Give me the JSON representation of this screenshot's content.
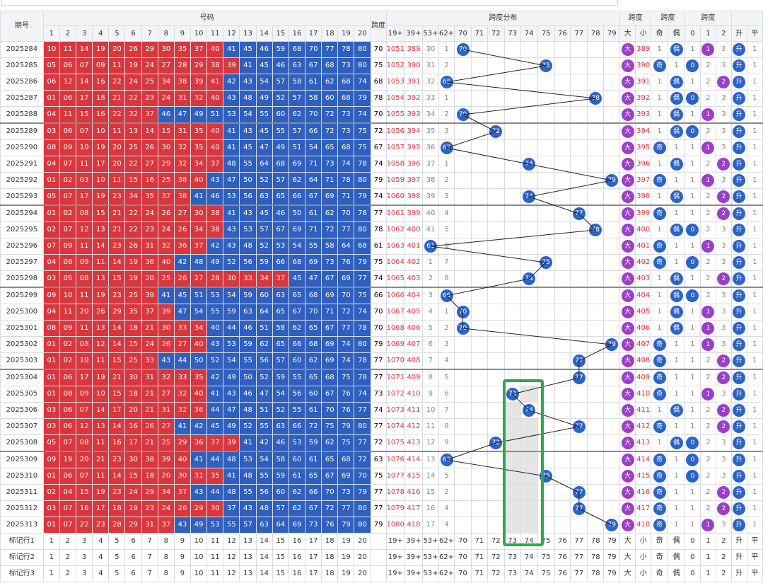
{
  "header": {
    "period_label": "期号",
    "code_label": "号码",
    "span_label": "跨度",
    "dist_label": "跨度分布",
    "group1_label": "跨度",
    "group2_label": "跨度",
    "group3_label": "跨度",
    "nums": [
      "1",
      "2",
      "3",
      "4",
      "5",
      "6",
      "7",
      "8",
      "9",
      "10",
      "11",
      "12",
      "13",
      "14",
      "15",
      "16",
      "17",
      "18",
      "19",
      "20"
    ],
    "dist_cols": [
      "19+",
      "39+",
      "53+",
      "62+",
      "70",
      "71",
      "72",
      "73",
      "74",
      "75",
      "76",
      "77",
      "78",
      "79"
    ],
    "g1": [
      "大",
      "小"
    ],
    "g2": [
      "奇",
      "偶"
    ],
    "g3": [
      "0",
      "1",
      "2"
    ],
    "g4": [
      "升",
      "平"
    ]
  },
  "rows": [
    {
      "p": "2025284",
      "n": [
        "10",
        "11",
        "14",
        "19",
        "20",
        "26",
        "29",
        "30",
        "35",
        "37",
        "40",
        "41",
        "45",
        "46",
        "59",
        "68",
        "70",
        "77",
        "78",
        "80"
      ],
      "split": 11,
      "span": "70",
      "d": [
        "1051",
        "389",
        "30",
        "1"
      ],
      "ball": "70",
      "bi": 4
    },
    {
      "p": "2025285",
      "n": [
        "05",
        "06",
        "07",
        "09",
        "11",
        "19",
        "24",
        "27",
        "28",
        "29",
        "38",
        "39",
        "41",
        "45",
        "46",
        "63",
        "67",
        "68",
        "73",
        "80"
      ],
      "split": 12,
      "span": "75",
      "d": [
        "1052",
        "390",
        "31",
        "2"
      ],
      "ball": "75",
      "bi": 9
    },
    {
      "p": "2025286",
      "n": [
        "06",
        "12",
        "14",
        "16",
        "22",
        "24",
        "25",
        "34",
        "38",
        "39",
        "41",
        "42",
        "43",
        "54",
        "57",
        "58",
        "61",
        "62",
        "68",
        "74"
      ],
      "split": 11,
      "span": "68",
      "d": [
        "1053",
        "391",
        "32",
        "68"
      ],
      "ball": "68",
      "bi": 3
    },
    {
      "p": "2025287",
      "n": [
        "01",
        "06",
        "17",
        "18",
        "21",
        "22",
        "23",
        "24",
        "31",
        "32",
        "40",
        "43",
        "48",
        "49",
        "52",
        "57",
        "58",
        "60",
        "68",
        "79"
      ],
      "split": 11,
      "span": "78",
      "d": [
        "1054",
        "392",
        "33",
        "1"
      ],
      "ball": "78",
      "bi": 12
    },
    {
      "p": "2025288",
      "n": [
        "04",
        "11",
        "15",
        "16",
        "22",
        "32",
        "37",
        "46",
        "47",
        "49",
        "51",
        "53",
        "54",
        "55",
        "60",
        "62",
        "70",
        "72",
        "73",
        "74"
      ],
      "split": 7,
      "span": "70",
      "d": [
        "1055",
        "393",
        "34",
        "2"
      ],
      "ball": "70",
      "bi": 4
    },
    {
      "p": "2025289",
      "n": [
        "03",
        "06",
        "07",
        "10",
        "11",
        "13",
        "14",
        "15",
        "31",
        "35",
        "40",
        "41",
        "43",
        "45",
        "55",
        "57",
        "66",
        "72",
        "73",
        "75"
      ],
      "split": 11,
      "span": "72",
      "d": [
        "1056",
        "394",
        "35",
        "3"
      ],
      "ball": "72",
      "bi": 6
    },
    {
      "p": "2025290",
      "n": [
        "08",
        "09",
        "10",
        "19",
        "20",
        "25",
        "26",
        "30",
        "32",
        "35",
        "40",
        "41",
        "45",
        "47",
        "49",
        "51",
        "54",
        "65",
        "68",
        "75"
      ],
      "split": 11,
      "span": "67",
      "d": [
        "1057",
        "395",
        "36",
        "67"
      ],
      "ball": "67",
      "bi": 3
    },
    {
      "p": "2025291",
      "n": [
        "04",
        "07",
        "11",
        "17",
        "20",
        "22",
        "27",
        "29",
        "32",
        "34",
        "37",
        "48",
        "55",
        "64",
        "68",
        "69",
        "71",
        "73",
        "74",
        "78"
      ],
      "split": 11,
      "span": "74",
      "d": [
        "1058",
        "396",
        "37",
        "1"
      ],
      "ball": "74",
      "bi": 8
    },
    {
      "p": "2025292",
      "n": [
        "01",
        "02",
        "03",
        "10",
        "11",
        "15",
        "16",
        "25",
        "38",
        "40",
        "43",
        "47",
        "50",
        "52",
        "57",
        "62",
        "64",
        "71",
        "78",
        "80"
      ],
      "split": 10,
      "span": "79",
      "d": [
        "1059",
        "397",
        "38",
        "2"
      ],
      "ball": "79",
      "bi": 13
    },
    {
      "p": "2025293",
      "n": [
        "05",
        "07",
        "17",
        "19",
        "23",
        "34",
        "35",
        "37",
        "38",
        "41",
        "46",
        "53",
        "56",
        "63",
        "65",
        "66",
        "67",
        "69",
        "71",
        "79"
      ],
      "split": 9,
      "span": "74",
      "d": [
        "1060",
        "398",
        "39",
        "3"
      ],
      "ball": "74",
      "bi": 8
    },
    {
      "p": "2025294",
      "n": [
        "01",
        "02",
        "08",
        "15",
        "21",
        "22",
        "24",
        "26",
        "27",
        "30",
        "38",
        "41",
        "43",
        "45",
        "46",
        "50",
        "61",
        "62",
        "70",
        "78"
      ],
      "split": 11,
      "span": "77",
      "d": [
        "1061",
        "399",
        "40",
        "4"
      ],
      "ball": "77",
      "bi": 11
    },
    {
      "p": "2025295",
      "n": [
        "02",
        "07",
        "12",
        "13",
        "21",
        "22",
        "23",
        "24",
        "26",
        "34",
        "38",
        "43",
        "53",
        "57",
        "67",
        "69",
        "71",
        "72",
        "77",
        "80"
      ],
      "split": 11,
      "span": "78",
      "d": [
        "1062",
        "400",
        "41",
        "5"
      ],
      "ball": "78",
      "bi": 12
    },
    {
      "p": "2025296",
      "n": [
        "07",
        "09",
        "11",
        "14",
        "23",
        "26",
        "31",
        "32",
        "36",
        "37",
        "42",
        "43",
        "48",
        "52",
        "53",
        "54",
        "55",
        "58",
        "64",
        "68"
      ],
      "split": 10,
      "span": "61",
      "d": [
        "1063",
        "401",
        "61",
        "6"
      ],
      "ball": "61",
      "bi": 2
    },
    {
      "p": "2025297",
      "n": [
        "04",
        "08",
        "09",
        "11",
        "14",
        "19",
        "36",
        "40",
        "42",
        "48",
        "49",
        "52",
        "56",
        "59",
        "66",
        "68",
        "69",
        "73",
        "76",
        "79"
      ],
      "split": 8,
      "span": "75",
      "d": [
        "1064",
        "402",
        "1",
        "7"
      ],
      "ball": "75",
      "bi": 9
    },
    {
      "p": "2025298",
      "n": [
        "03",
        "05",
        "08",
        "13",
        "15",
        "19",
        "20",
        "25",
        "26",
        "27",
        "28",
        "30",
        "33",
        "34",
        "37",
        "45",
        "47",
        "67",
        "69",
        "77"
      ],
      "split": 15,
      "span": "74",
      "d": [
        "1065",
        "403",
        "2",
        "8"
      ],
      "ball": "74",
      "bi": 8
    },
    {
      "p": "2025299",
      "n": [
        "09",
        "10",
        "11",
        "19",
        "23",
        "25",
        "39",
        "41",
        "45",
        "51",
        "53",
        "54",
        "59",
        "60",
        "63",
        "65",
        "68",
        "69",
        "70",
        "75"
      ],
      "split": 7,
      "span": "66",
      "d": [
        "1066",
        "404",
        "3",
        "66"
      ],
      "ball": "66",
      "bi": 3
    },
    {
      "p": "2025300",
      "n": [
        "04",
        "11",
        "20",
        "26",
        "29",
        "35",
        "37",
        "39",
        "47",
        "54",
        "55",
        "59",
        "63",
        "64",
        "65",
        "67",
        "70",
        "71",
        "72",
        "74"
      ],
      "split": 8,
      "span": "70",
      "d": [
        "1067",
        "405",
        "4",
        "1"
      ],
      "ball": "70",
      "bi": 4
    },
    {
      "p": "2025301",
      "n": [
        "08",
        "09",
        "11",
        "13",
        "14",
        "18",
        "21",
        "30",
        "33",
        "34",
        "40",
        "44",
        "46",
        "51",
        "58",
        "62",
        "65",
        "67",
        "77",
        "78"
      ],
      "split": 10,
      "span": "70",
      "d": [
        "1068",
        "406",
        "5",
        "2"
      ],
      "ball": "70",
      "bi": 4
    },
    {
      "p": "2025302",
      "n": [
        "01",
        "02",
        "08",
        "12",
        "14",
        "15",
        "24",
        "26",
        "27",
        "40",
        "43",
        "53",
        "59",
        "62",
        "65",
        "66",
        "68",
        "69",
        "74",
        "80"
      ],
      "split": 10,
      "span": "79",
      "d": [
        "1069",
        "407",
        "6",
        "3"
      ],
      "ball": "79",
      "bi": 13
    },
    {
      "p": "2025303",
      "n": [
        "01",
        "02",
        "10",
        "11",
        "15",
        "25",
        "33",
        "43",
        "44",
        "50",
        "52",
        "54",
        "55",
        "56",
        "57",
        "60",
        "62",
        "69",
        "74",
        "78"
      ],
      "split": 7,
      "span": "77",
      "d": [
        "1070",
        "408",
        "7",
        "4"
      ],
      "ball": "77",
      "bi": 11
    },
    {
      "p": "2025304",
      "n": [
        "01",
        "06",
        "17",
        "19",
        "21",
        "30",
        "31",
        "32",
        "33",
        "35",
        "42",
        "49",
        "50",
        "52",
        "59",
        "55",
        "65",
        "68",
        "75",
        "78"
      ],
      "split": 10,
      "span": "77",
      "d": [
        "1071",
        "409",
        "8",
        "5"
      ],
      "ball": "77",
      "bi": 11
    },
    {
      "p": "2025305",
      "n": [
        "01",
        "08",
        "09",
        "10",
        "15",
        "18",
        "21",
        "27",
        "32",
        "40",
        "41",
        "43",
        "46",
        "47",
        "54",
        "56",
        "60",
        "67",
        "76",
        "74"
      ],
      "split": 10,
      "span": "73",
      "d": [
        "1072",
        "410",
        "9",
        "6"
      ],
      "ball": "73",
      "bi": 7
    },
    {
      "p": "2025306",
      "n": [
        "03",
        "06",
        "07",
        "14",
        "17",
        "20",
        "21",
        "31",
        "32",
        "36",
        "44",
        "47",
        "48",
        "51",
        "52",
        "55",
        "61",
        "70",
        "76",
        "77"
      ],
      "split": 10,
      "span": "74",
      "d": [
        "1073",
        "411",
        "10",
        "7"
      ],
      "ball": "74",
      "bi": 8
    },
    {
      "p": "2025307",
      "n": [
        "03",
        "06",
        "12",
        "13",
        "14",
        "16",
        "26",
        "27",
        "41",
        "42",
        "45",
        "49",
        "52",
        "55",
        "63",
        "66",
        "72",
        "75",
        "79",
        "80"
      ],
      "split": 8,
      "span": "77",
      "d": [
        "1074",
        "412",
        "11",
        "8"
      ],
      "ball": "77",
      "bi": 11
    },
    {
      "p": "2025308",
      "n": [
        "05",
        "07",
        "08",
        "11",
        "16",
        "17",
        "21",
        "25",
        "29",
        "36",
        "37",
        "39",
        "41",
        "42",
        "46",
        "53",
        "59",
        "62",
        "75",
        "77"
      ],
      "split": 12,
      "span": "72",
      "d": [
        "1075",
        "413",
        "12",
        "9"
      ],
      "ball": "72",
      "bi": 6
    },
    {
      "p": "2025309",
      "n": [
        "09",
        "19",
        "20",
        "21",
        "23",
        "30",
        "38",
        "39",
        "40",
        "41",
        "44",
        "48",
        "53",
        "54",
        "58",
        "60",
        "61",
        "65",
        "68",
        "72"
      ],
      "split": 9,
      "span": "63",
      "d": [
        "1076",
        "414",
        "13",
        "63"
      ],
      "ball": "63",
      "bi": 3
    },
    {
      "p": "2025310",
      "n": [
        "01",
        "06",
        "07",
        "11",
        "14",
        "15",
        "18",
        "20",
        "30",
        "31",
        "35",
        "41",
        "48",
        "55",
        "59",
        "61",
        "65",
        "67",
        "69",
        "70"
      ],
      "split": 11,
      "span": "75",
      "d": [
        "1077",
        "415",
        "14",
        "5"
      ],
      "ball": "75",
      "bi": 9
    },
    {
      "p": "2025311",
      "n": [
        "02",
        "04",
        "15",
        "19",
        "23",
        "24",
        "29",
        "34",
        "37",
        "43",
        "44",
        "48",
        "55",
        "56",
        "60",
        "62",
        "66",
        "70",
        "73",
        "79"
      ],
      "split": 9,
      "span": "77",
      "d": [
        "1078",
        "416",
        "15",
        "2"
      ],
      "ball": "77",
      "bi": 11
    },
    {
      "p": "2025312",
      "n": [
        "03",
        "07",
        "16",
        "17",
        "18",
        "19",
        "23",
        "24",
        "26",
        "29",
        "30",
        "37",
        "43",
        "48",
        "57",
        "62",
        "67",
        "72",
        "77",
        "80"
      ],
      "split": 11,
      "span": "77",
      "d": [
        "1079",
        "417",
        "16",
        "4"
      ],
      "ball": "77",
      "bi": 11
    },
    {
      "p": "2025313",
      "n": [
        "01",
        "07",
        "22",
        "23",
        "28",
        "29",
        "31",
        "37",
        "43",
        "49",
        "53",
        "55",
        "57",
        "63",
        "64",
        "69",
        "73",
        "76",
        "79",
        "80"
      ],
      "split": 8,
      "span": "79",
      "d": [
        "1080",
        "418",
        "17",
        "4"
      ],
      "ball": "79",
      "bi": 13
    }
  ],
  "footer": [
    {
      "label": "标记行1"
    },
    {
      "label": "标记行2"
    },
    {
      "label": "标记行3"
    }
  ]
}
